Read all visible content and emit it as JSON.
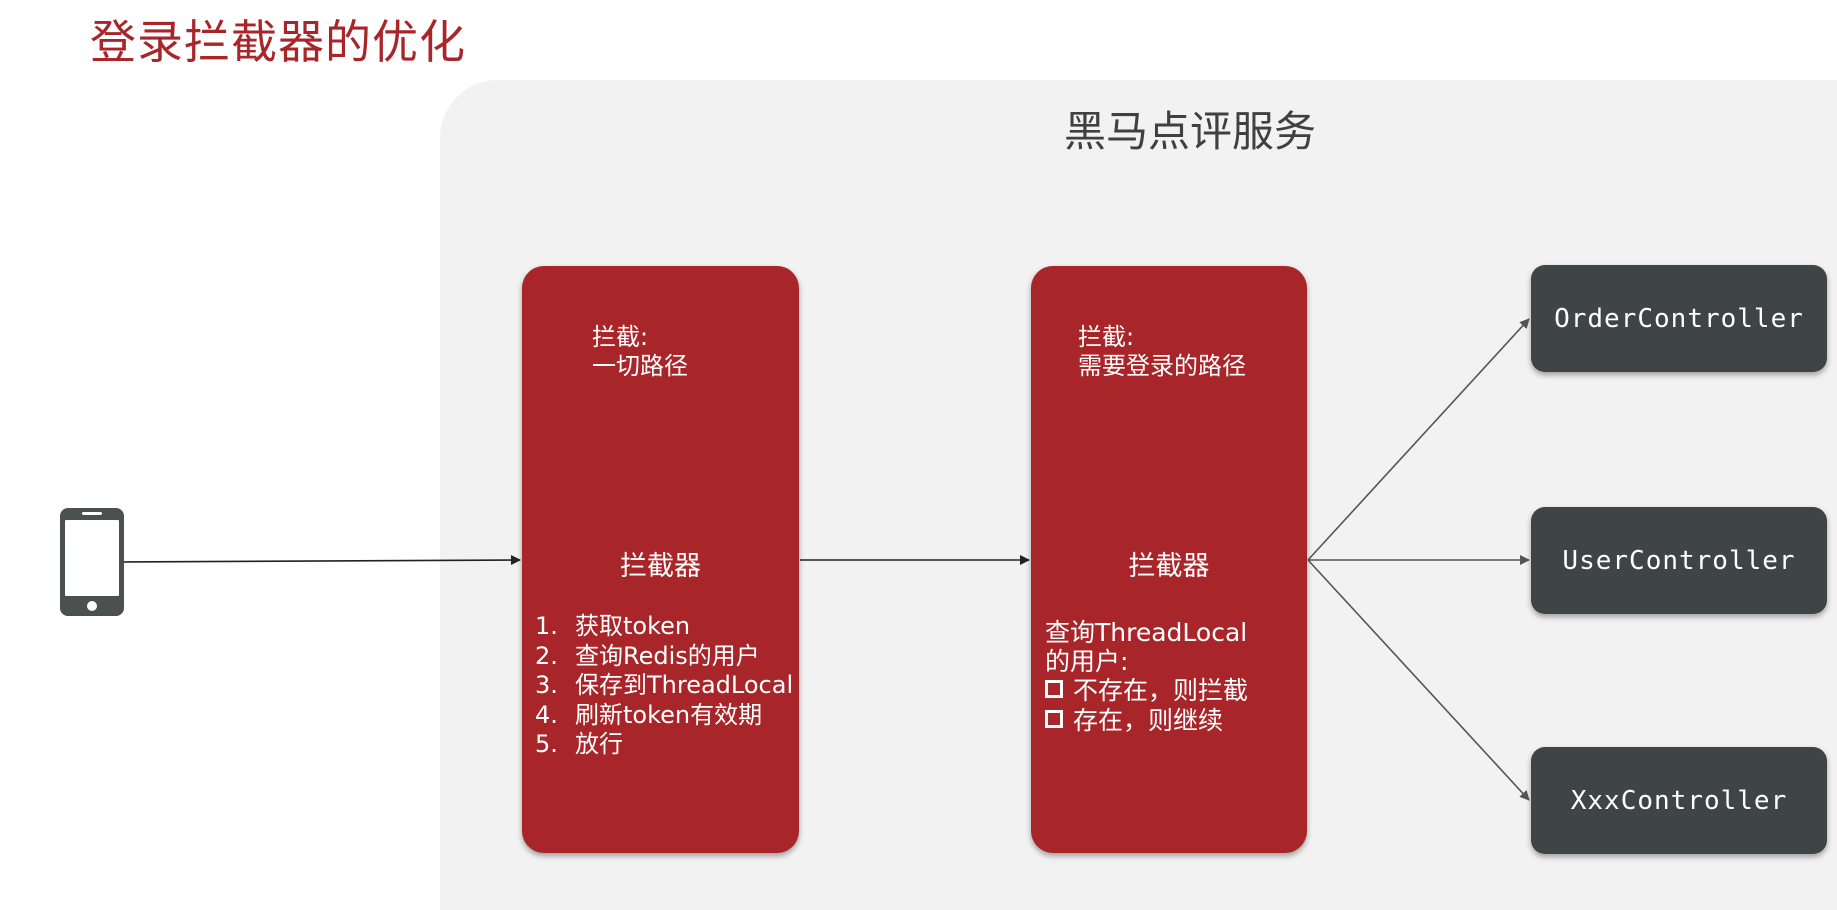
{
  "page": {
    "title": "登录拦截器的优化"
  },
  "service": {
    "title": "黑马点评服务"
  },
  "interceptor1": {
    "scope_label": "拦截:",
    "scope_value": "一切路径",
    "name": "拦截器",
    "steps": [
      {
        "num": "1.",
        "text": "获取token"
      },
      {
        "num": "2.",
        "text": "查询Redis的用户"
      },
      {
        "num": "3.",
        "text": "保存到ThreadLocal"
      },
      {
        "num": "4.",
        "text": "刷新token有效期"
      },
      {
        "num": "5.",
        "text": "放行"
      }
    ]
  },
  "interceptor2": {
    "scope_label": "拦截:",
    "scope_value": "需要登录的路径",
    "name": "拦截器",
    "query_line1": "查询ThreadLocal",
    "query_line2": "的用户:",
    "checks": [
      "不存在，则拦截",
      "存在，则继续"
    ]
  },
  "controllers": [
    "OrderController",
    "UserController",
    "XxxController"
  ],
  "icons": {
    "client": "mobile-phone-icon"
  },
  "colors": {
    "accent_red": "#a8262a",
    "controller_gray": "#3f4444",
    "panel_bg": "#f2f2f2",
    "phone": "#4b5051"
  }
}
